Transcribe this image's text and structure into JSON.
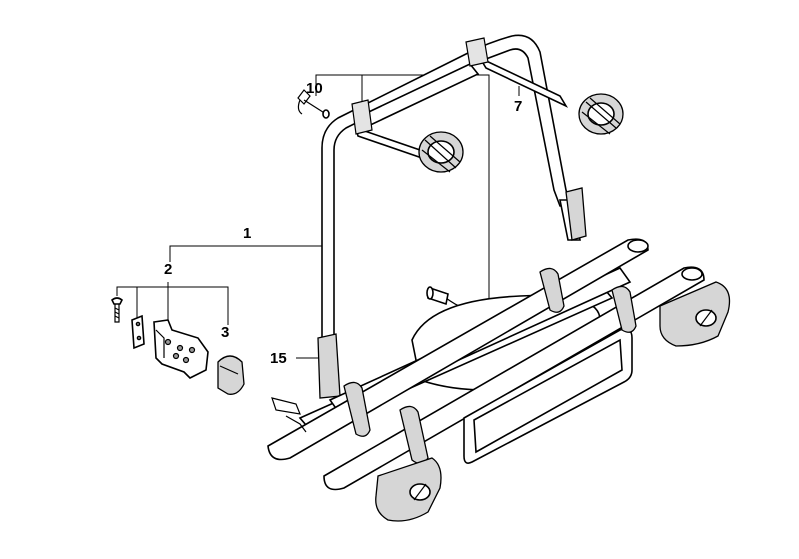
{
  "diagram": {
    "callouts": [
      {
        "id": "c1",
        "label": "1"
      },
      {
        "id": "c2",
        "label": "2"
      },
      {
        "id": "c3",
        "label": "3"
      },
      {
        "id": "c7",
        "label": "7"
      },
      {
        "id": "c10",
        "label": "10"
      },
      {
        "id": "c15",
        "label": "15"
      }
    ]
  }
}
